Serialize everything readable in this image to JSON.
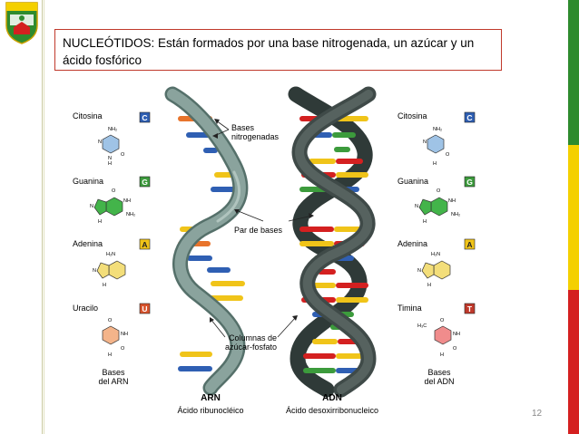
{
  "slide": {
    "title_text": "NUCLEÓTIDOS: Están formados por una base nitrogenada, un azúcar y un ácido fosfórico",
    "page_number": "12"
  },
  "left_panel": {
    "bases": [
      {
        "name": "Citosina",
        "code": "C",
        "code_color": "#2f5fb3",
        "ring_color": "#9fc3e6"
      },
      {
        "name": "Guanina",
        "code": "G",
        "code_color": "#3c9b3c",
        "ring_color": "#43b44a"
      },
      {
        "name": "Adenina",
        "code": "A",
        "code_color": "#e0b21a",
        "ring_color": "#f3de7a"
      },
      {
        "name": "Uracilo",
        "code": "U",
        "code_color": "#d9532c",
        "ring_color": "#f4b48a"
      }
    ],
    "caption_line1": "Bases",
    "caption_line2": "del ARN"
  },
  "right_panel": {
    "bases": [
      {
        "name": "Citosina",
        "code": "C",
        "code_color": "#2f5fb3",
        "ring_color": "#9fc3e6"
      },
      {
        "name": "Guanina",
        "code": "G",
        "code_color": "#3c9b3c",
        "ring_color": "#43b44a"
      },
      {
        "name": "Adenina",
        "code": "A",
        "code_color": "#e0b21a",
        "ring_color": "#f3de7a"
      },
      {
        "name": "Timina",
        "code": "T",
        "code_color": "#c0392b",
        "ring_color": "#f08c8c"
      }
    ],
    "caption_line1": "Bases",
    "caption_line2": "del ADN"
  },
  "atoms": {
    "nh2": "NH₂",
    "nh": "NH",
    "n": "N",
    "h": "H",
    "o": "O",
    "h3c": "H₃C",
    "h2n": "H₂N"
  },
  "labels": {
    "bases_nitrogenadas_1": "Bases",
    "bases_nitrogenadas_2": "nitrogenadas",
    "par_de_bases": "Par de bases",
    "columnas_1": "Columnas de",
    "columnas_2": "azúcar-fosfato",
    "arn": "ARN",
    "arn_full": "Ácido ribunocléico",
    "adn": "ADN",
    "adn_full": "Ácido desoxirribonucleico"
  },
  "colors": {
    "title_border": "#c0392b",
    "rna_backbone": "#7a948e",
    "dna_backbone": "#3f4a48",
    "stripe_green": "#2e8b2e",
    "stripe_yellow": "#f4d000",
    "stripe_red": "#d42020"
  }
}
